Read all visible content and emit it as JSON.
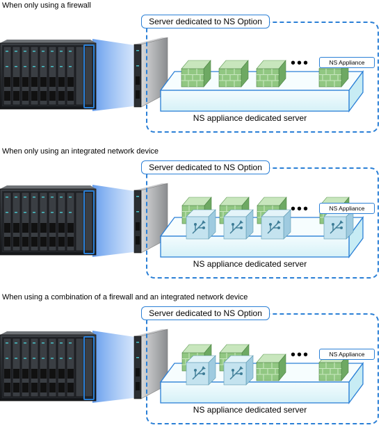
{
  "sections": [
    {
      "heading": "When only using a firewall",
      "server_label": "Server dedicated to NS Option",
      "appliance_label": "NS Appliance",
      "platform_label": "NS appliance dedicated server",
      "ellipsis": "•••"
    },
    {
      "heading": "When only using an integrated network device",
      "server_label": "Server dedicated to NS Option",
      "appliance_label": "NS Appliance",
      "platform_label": "NS appliance dedicated server",
      "ellipsis": "•••"
    },
    {
      "heading": "When using a combination of a firewall and an integrated network device",
      "server_label": "Server dedicated to NS Option",
      "appliance_label": "NS Appliance",
      "platform_label": "NS appliance dedicated server",
      "ellipsis": "•••"
    }
  ],
  "colors": {
    "accent_blue": "#2a7fd6",
    "firewall_green": "#8fc57f",
    "device_blue": "#bfe0ec",
    "platform_fill": "#e9f8fb",
    "beam": "#8fb7ef"
  }
}
